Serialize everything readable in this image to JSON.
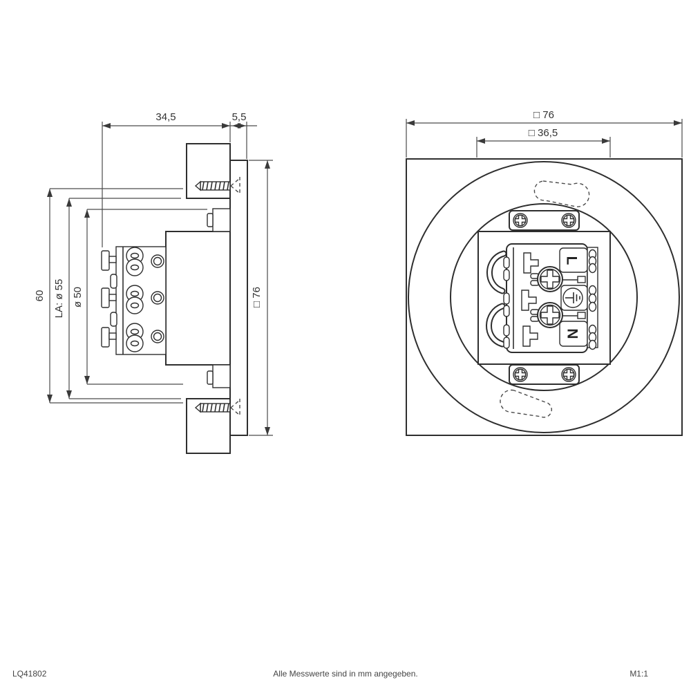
{
  "side_view": {
    "dim_depth": "34,5",
    "dim_flange": "5,5",
    "dim_overall_height": "60",
    "dim_cutout": "LA: ø 55",
    "dim_body": "ø 50",
    "dim_frame": "□ 76"
  },
  "front_view": {
    "dim_outer": "□ 76",
    "dim_mounting": "□ 36,5",
    "terminal_l": "L",
    "terminal_n": "N"
  },
  "footer": {
    "article_number": "LQ41802",
    "note": "Alle Messwerte sind in mm angegeben.",
    "scale": "M1:1"
  },
  "colors": {
    "line": "#2e2e2e",
    "dimension": "#4a4a4a",
    "background": "#ffffff"
  }
}
